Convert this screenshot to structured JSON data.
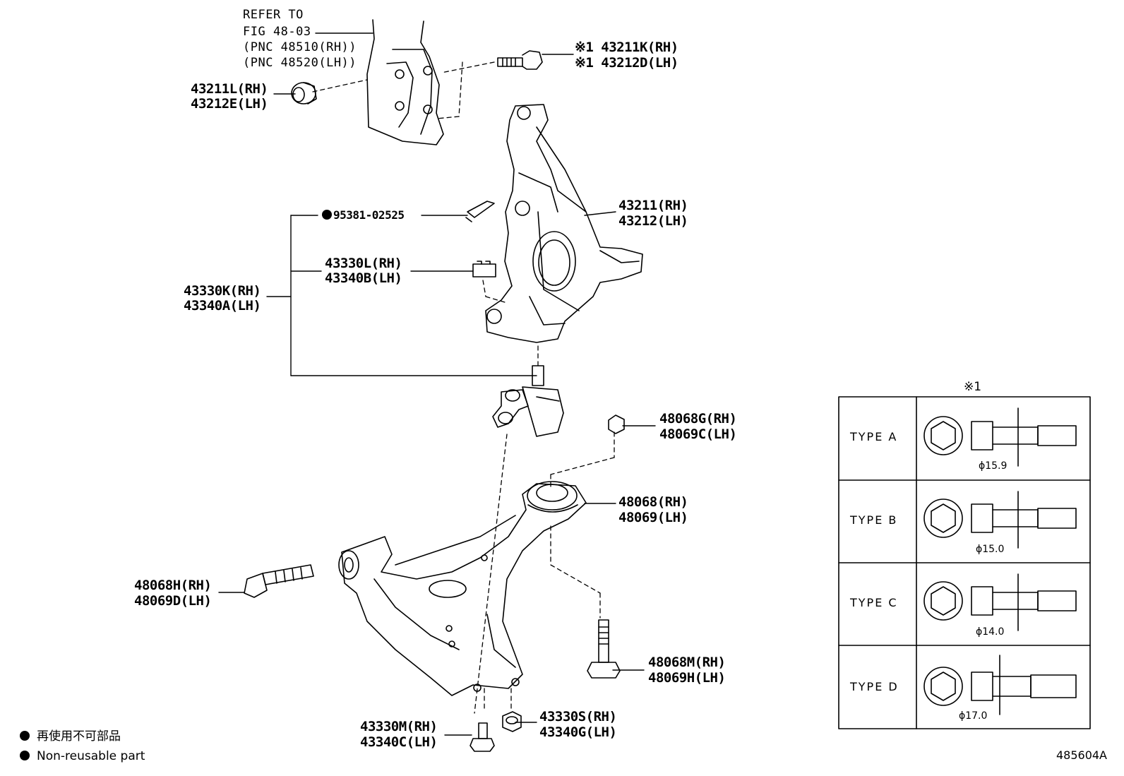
{
  "refer": {
    "line1": "REFER TO",
    "line2": "FIG 48-03",
    "line3": "(PNC 48510(RH))",
    "line4": "(PNC 48520(LH))"
  },
  "parts": {
    "p1": {
      "rh": "※1 43211K(RH)",
      "lh": "※1 43212D(LH)"
    },
    "p2": {
      "rh": "43211L(RH)",
      "lh": "43212E(LH)"
    },
    "p3": {
      "rh": "43211(RH)",
      "lh": "43212(LH)"
    },
    "p4": {
      "text": "95381-02525"
    },
    "p5": {
      "rh": "43330L(RH)",
      "lh": "43340B(LH)"
    },
    "p6": {
      "rh": "43330K(RH)",
      "lh": "43340A(LH)"
    },
    "p7": {
      "rh": "48068G(RH)",
      "lh": "48069C(LH)"
    },
    "p8": {
      "rh": "48068(RH)",
      "lh": "48069(LH)"
    },
    "p9": {
      "rh": "48068H(RH)",
      "lh": "48069D(LH)"
    },
    "p10": {
      "rh": "48068M(RH)",
      "lh": "48069H(LH)"
    },
    "p11": {
      "rh": "43330M(RH)",
      "lh": "43340C(LH)"
    },
    "p12": {
      "rh": "43330S(RH)",
      "lh": "43340G(LH)"
    }
  },
  "legend": {
    "japanese": "再使用不可部品",
    "english": "Non-reusable part"
  },
  "type_table": {
    "title": "※1",
    "rows": [
      {
        "type": "TYPE  A",
        "diameter": "ϕ15.9"
      },
      {
        "type": "TYPE  B",
        "diameter": "ϕ15.0"
      },
      {
        "type": "TYPE  C",
        "diameter": "ϕ14.0"
      },
      {
        "type": "TYPE  D",
        "diameter": "ϕ17.0"
      }
    ]
  },
  "figure_id": "485604A"
}
